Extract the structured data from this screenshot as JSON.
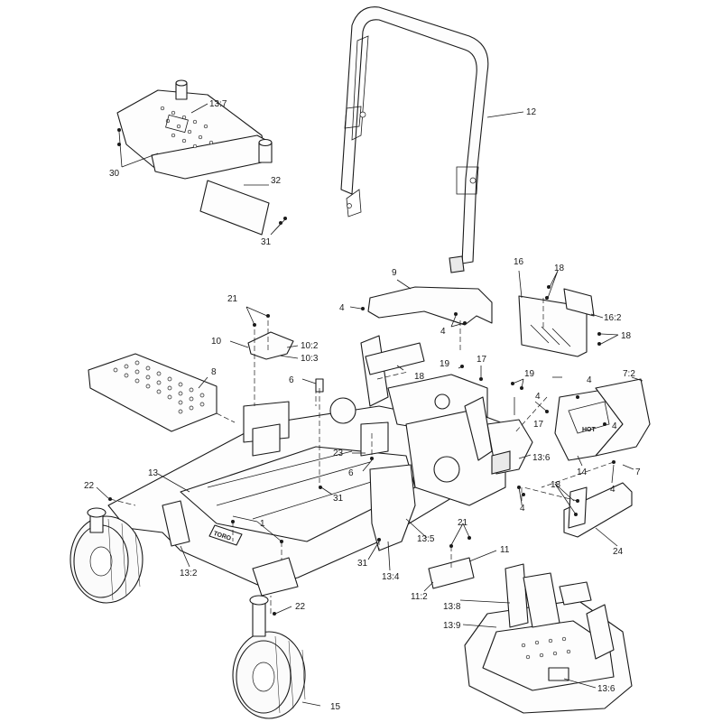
{
  "diagram": {
    "callouts": [
      {
        "id": "c-12",
        "text": "12"
      },
      {
        "id": "c-13-7",
        "text": "13:7"
      },
      {
        "id": "c-30",
        "text": "30"
      },
      {
        "id": "c-32",
        "text": "32"
      },
      {
        "id": "c-31-top",
        "text": "31"
      },
      {
        "id": "c-9",
        "text": "9"
      },
      {
        "id": "c-4-a",
        "text": "4"
      },
      {
        "id": "c-4-b",
        "text": "4"
      },
      {
        "id": "c-16",
        "text": "16"
      },
      {
        "id": "c-18-a",
        "text": "18"
      },
      {
        "id": "c-16-2",
        "text": "16:2"
      },
      {
        "id": "c-18-b",
        "text": "18"
      },
      {
        "id": "c-21-a",
        "text": "21"
      },
      {
        "id": "c-10",
        "text": "10"
      },
      {
        "id": "c-10-2",
        "text": "10:2"
      },
      {
        "id": "c-10-3",
        "text": "10:3"
      },
      {
        "id": "c-18-c",
        "text": "18"
      },
      {
        "id": "c-19-a",
        "text": "19"
      },
      {
        "id": "c-17-a",
        "text": "17"
      },
      {
        "id": "c-19-b",
        "text": "19"
      },
      {
        "id": "c-4-c",
        "text": "4"
      },
      {
        "id": "c-7-2",
        "text": "7:2"
      },
      {
        "id": "c-8",
        "text": "8"
      },
      {
        "id": "c-6-a",
        "text": "6"
      },
      {
        "id": "c-4-d",
        "text": "4"
      },
      {
        "id": "c-17-b",
        "text": "17"
      },
      {
        "id": "c-4-e",
        "text": "4"
      },
      {
        "id": "c-23",
        "text": "23"
      },
      {
        "id": "c-6-b",
        "text": "6"
      },
      {
        "id": "c-13-6-a",
        "text": "13:6"
      },
      {
        "id": "c-14",
        "text": "14"
      },
      {
        "id": "c-7",
        "text": "7"
      },
      {
        "id": "c-4-f",
        "text": "4"
      },
      {
        "id": "c-13",
        "text": "13"
      },
      {
        "id": "c-22-a",
        "text": "22"
      },
      {
        "id": "c-31-mid",
        "text": "31"
      },
      {
        "id": "c-4-g",
        "text": "4"
      },
      {
        "id": "c-18-d",
        "text": "18"
      },
      {
        "id": "c-1",
        "text": "1"
      },
      {
        "id": "c-13-5",
        "text": "13:5"
      },
      {
        "id": "c-21-b",
        "text": "21"
      },
      {
        "id": "c-24",
        "text": "24"
      },
      {
        "id": "c-11",
        "text": "11"
      },
      {
        "id": "c-31-low",
        "text": "31"
      },
      {
        "id": "c-13-4",
        "text": "13:4"
      },
      {
        "id": "c-13-2",
        "text": "13:2"
      },
      {
        "id": "c-11-2",
        "text": "11:2"
      },
      {
        "id": "c-13-8",
        "text": "13:8"
      },
      {
        "id": "c-22-b",
        "text": "22"
      },
      {
        "id": "c-13-9",
        "text": "13:9"
      },
      {
        "id": "c-13-6-b",
        "text": "13:6"
      },
      {
        "id": "c-15",
        "text": "15"
      }
    ],
    "labels": {
      "brand_logo": "TORO",
      "guard_logo": "HOT"
    }
  }
}
